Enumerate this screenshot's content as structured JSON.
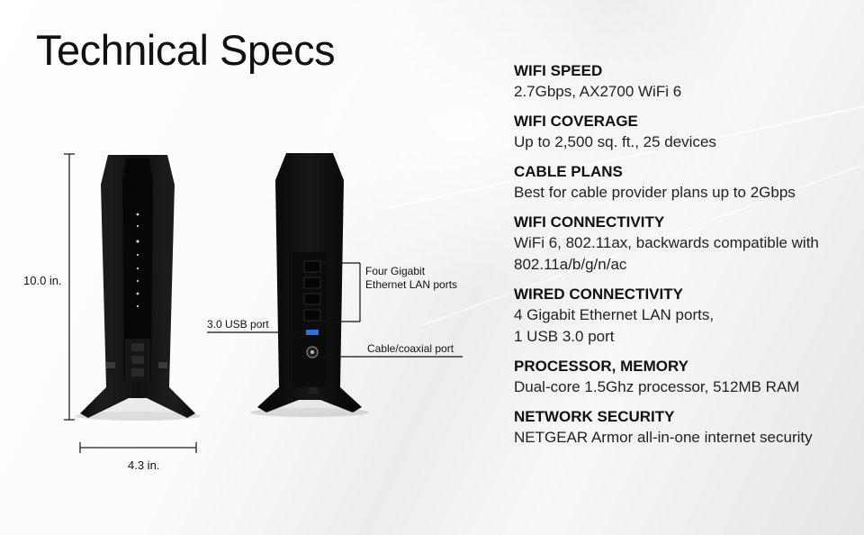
{
  "title": "Technical Specs",
  "dimensions": {
    "height": "10.0 in.",
    "width": "4.3 in."
  },
  "callouts": {
    "lan_line1": "Four Gigabit",
    "lan_line2": "Ethernet LAN ports",
    "usb": "3.0 USB port",
    "coax": "Cable/coaxial port"
  },
  "specs": [
    {
      "heading": "WIFI SPEED",
      "lines": [
        "2.7Gbps, AX2700 WiFi 6"
      ]
    },
    {
      "heading": "WIFI COVERAGE",
      "lines": [
        "Up to 2,500 sq. ft., 25 devices"
      ]
    },
    {
      "heading": "CABLE PLANS",
      "lines": [
        "Best for cable provider plans up to 2Gbps"
      ]
    },
    {
      "heading": "WIFI CONNECTIVITY",
      "lines": [
        "WiFi 6, 802.11ax, backwards compatible with",
        "802.11a/b/g/n/ac"
      ]
    },
    {
      "heading": "WIRED CONNECTIVITY",
      "lines": [
        "4 Gigabit Ethernet LAN ports,",
        "1 USB 3.0 port"
      ]
    },
    {
      "heading": "PROCESSOR, MEMORY",
      "lines": [
        "Dual-core 1.5Ghz processor, 512MB RAM"
      ]
    },
    {
      "heading": "NETWORK SECURITY",
      "lines": [
        "NETGEAR Armor all-in-one internet security"
      ]
    }
  ]
}
